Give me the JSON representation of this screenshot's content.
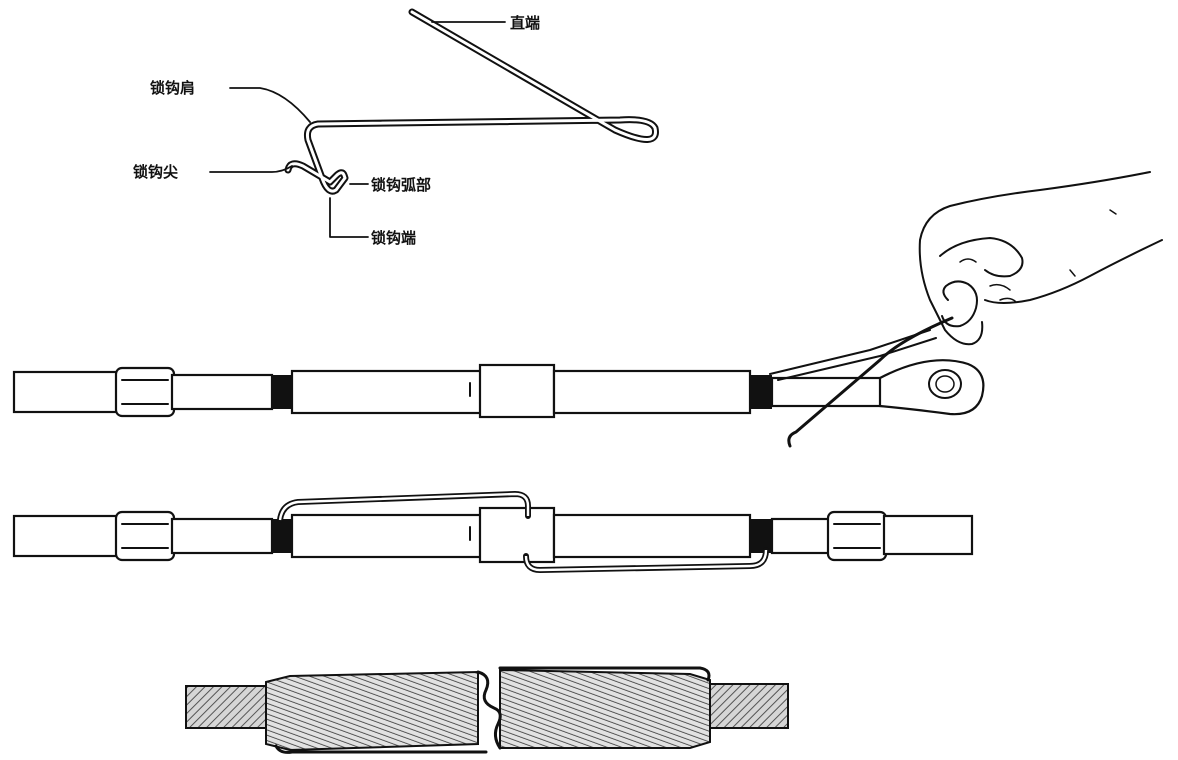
{
  "labels": {
    "straight_end": "直端",
    "shoulder": "锁钩肩",
    "tip": "锁钩尖",
    "arc": "锁钩弧部",
    "hook_end": "锁钩端"
  },
  "colors": {
    "ink": "#111111",
    "paper": "#ffffff",
    "hatch": "#8a8a8a"
  }
}
